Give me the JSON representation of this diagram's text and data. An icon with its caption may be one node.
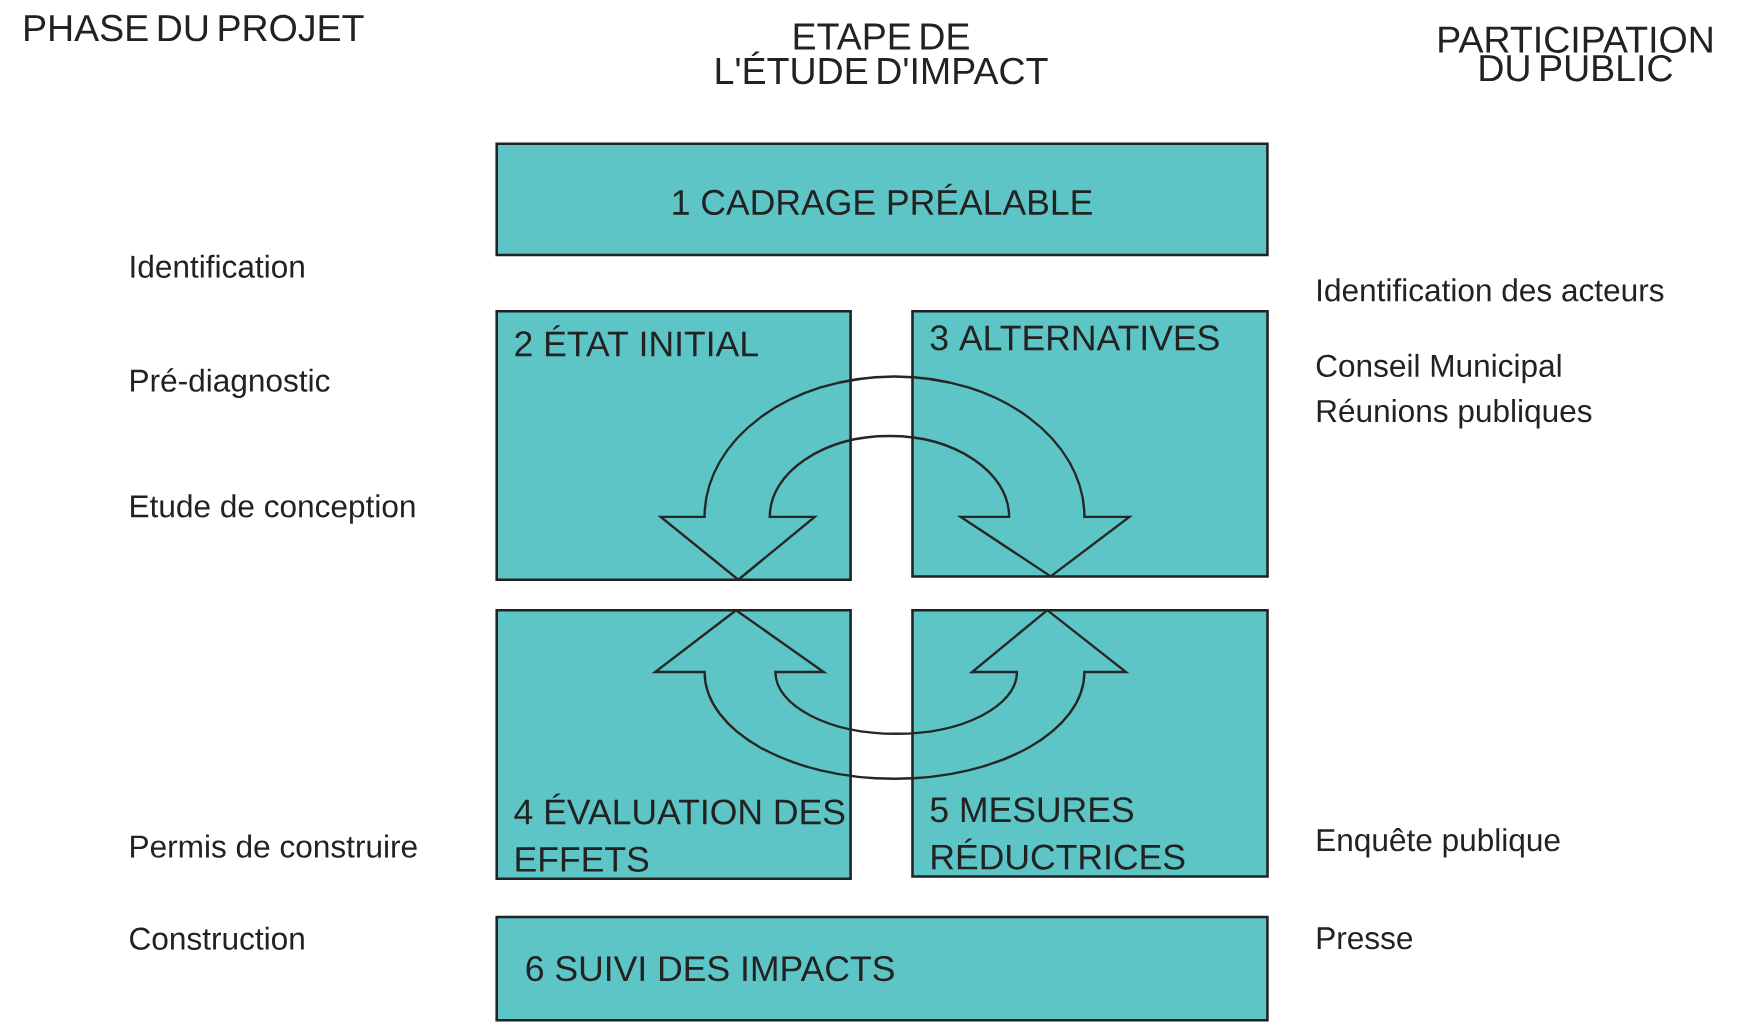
{
  "diagram": {
    "nodes": [
      {
        "text": [
          "1 CADRAGE PRÉALABLE"
        ]
      },
      {
        "text": [
          "2 ÉTAT INITIAL"
        ]
      },
      {
        "text": [
          "3 ALTERNATIVES"
        ]
      },
      {
        "text": [
          "4 ÉVALUATION DES EFFETS"
        ]
      },
      {
        "text": [
          "5 MESURES RÉDUCTRICES"
        ]
      },
      {
        "text": [
          "6 SUIVI DES IMPACTS"
        ]
      }
    ],
    "edges": [
      {
        "from": 1,
        "to": 2,
        "arrow": "both"
      },
      {
        "from": 3,
        "to": 4,
        "arrow": "both"
      }
    ],
    "labels": [
      "PHASE DU PROJET",
      "ETAPE DE L'ÉTUDE D'IMPACT",
      "PARTICIPATION DU PUBLIC",
      "Identification",
      "Identification des acteurs",
      "Pré-diagnostic",
      "Conseil Municipal",
      "Réunions publiques",
      "Etude de conception",
      "Permis de construire",
      "Enquête publique",
      "Construction",
      "Presse"
    ]
  }
}
